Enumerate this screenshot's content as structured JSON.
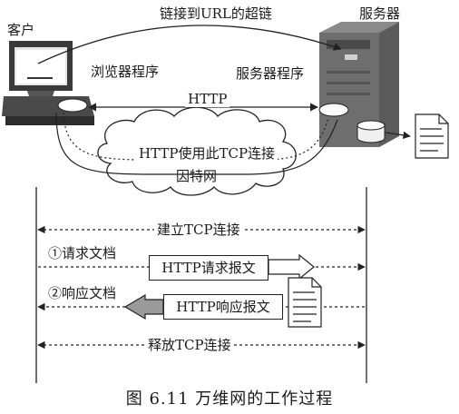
{
  "labels": {
    "client": "客户",
    "server": "服务器",
    "hyperlink": "链接到URL的超链",
    "browser": "浏览器程序",
    "server_program": "服务器程序",
    "http": "HTTP",
    "tcp_usage": "HTTP使用此TCP连接",
    "internet": "因特网",
    "establish": "建立TCP连接",
    "step1": "①请求文档",
    "step2": "②响应文档",
    "request_msg": "HTTP请求报文",
    "response_msg": "HTTP响应报文",
    "release": "释放TCP连接"
  },
  "caption": "图 6.11    万维网的工作过程"
}
